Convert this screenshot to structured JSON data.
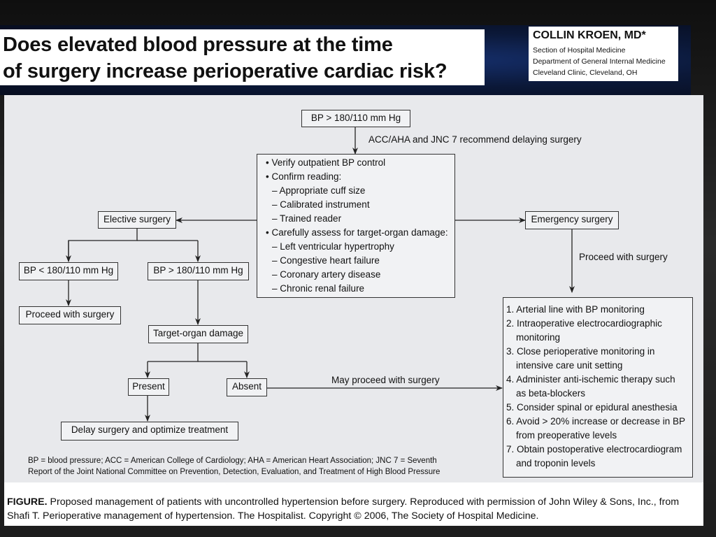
{
  "header": {
    "title_line1": "Does elevated blood pressure at the time",
    "title_line2": "of surgery increase perioperative cardiac risk?",
    "author": {
      "name": "COLLIN KROEN, MD*",
      "affiliations": [
        "Section of Hospital Medicine",
        "Department of General Internal Medicine",
        "Cleveland Clinic, Cleveland, OH"
      ]
    }
  },
  "flowchart": {
    "start": "BP > 180/110 mm Hg",
    "start_edge_label": "ACC/AHA and JNC 7 recommend delaying surgery",
    "assess": [
      "• Verify outpatient BP control",
      "• Confirm reading:",
      "– Appropriate cuff size",
      "– Calibrated instrument",
      "– Trained reader",
      "• Carefully assess for target-organ damage:",
      "– Left ventricular hypertrophy",
      "– Congestive heart failure",
      "– Coronary artery disease",
      "– Chronic renal failure"
    ],
    "elective": "Elective surgery",
    "emergency": "Emergency surgery",
    "emergency_edge_label": "Proceed with surgery",
    "bp_low": "BP < 180/110 mm Hg",
    "bp_high": "BP > 180/110 mm Hg",
    "proceed": "Proceed with surgery",
    "target_organ": "Target-organ damage",
    "present": "Present",
    "absent": "Absent",
    "absent_edge_label": "May proceed with surgery",
    "delay": "Delay surgery and optimize treatment",
    "measures": [
      "1. Arterial line with BP monitoring",
      "2. Intraoperative electrocardiographic",
      "monitoring",
      "3. Close perioperative monitoring in",
      "intensive care unit setting",
      "4. Administer anti-ischemic therapy such",
      "as beta-blockers",
      "5. Consider spinal or epidural anesthesia",
      "6. Avoid > 20% increase or decrease in BP",
      "from preoperative levels",
      "7. Obtain postoperative electrocardiogram",
      "and troponin levels"
    ],
    "footnote_line1": "BP = blood pressure; ACC = American College of Cardiology; AHA = American Heart Association; JNC 7 = Seventh",
    "footnote_line2": "Report of the Joint National Committee on Prevention, Detection, Evaluation, and Treatment of High Blood Pressure"
  },
  "caption": {
    "label": "FIGURE.",
    "text": "Proposed management of patients with uncontrolled hypertension before surgery. Reproduced with permission of John Wiley & Sons, Inc., from Shafi T. Perioperative management of hypertension. The Hospitalist. Copyright © 2006, The Society of Hospital Medicine."
  }
}
